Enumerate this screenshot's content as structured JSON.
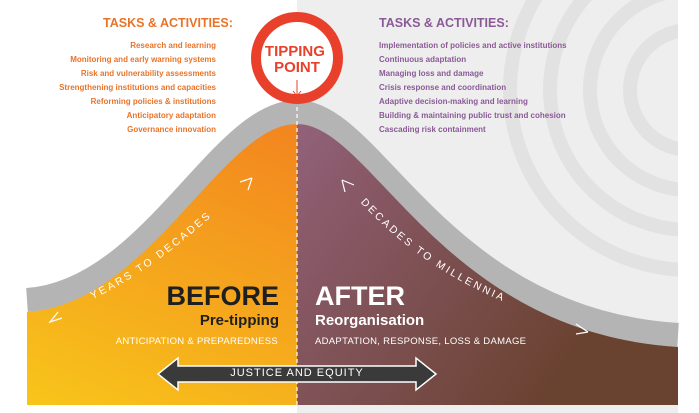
{
  "tipping_point": {
    "line1": "TIPPING",
    "line2": "POINT"
  },
  "left": {
    "heading": "TASKS & ACTIVITIES:",
    "items": [
      "Research and learning",
      "Monitoring and early warning systems",
      "Risk and vulnerability assessments",
      "Strengthening institutions and capacities",
      "Reforming policies & institutions",
      "Anticipatory adaptation",
      "Governance innovation"
    ],
    "timescale": "YEARS TO DECADES",
    "title": "BEFORE",
    "subtitle": "Pre-tipping",
    "caption": "ANTICIPATION & PREPAREDNESS"
  },
  "right": {
    "heading": "TASKS & ACTIVITIES:",
    "items": [
      "Implementation of policies and active institutions",
      "Continuous adaptation",
      "Managing loss and damage",
      "Crisis response and coordination",
      "Adaptive decision-making and learning",
      "Building & maintaining public trust and cohesion",
      "Cascading risk containment"
    ],
    "timescale": "DECADES TO MILLENNIA",
    "title": "AFTER",
    "subtitle": "Reorganisation",
    "caption": "ADAPTATION, RESPONSE, LOSS & DAMAGE"
  },
  "bottom_arrow": "JUSTICE AND EQUITY",
  "colors": {
    "orange": "#e8742a",
    "purple": "#8a5a96",
    "red": "#e8402a",
    "gray": "#b4b4b4"
  }
}
